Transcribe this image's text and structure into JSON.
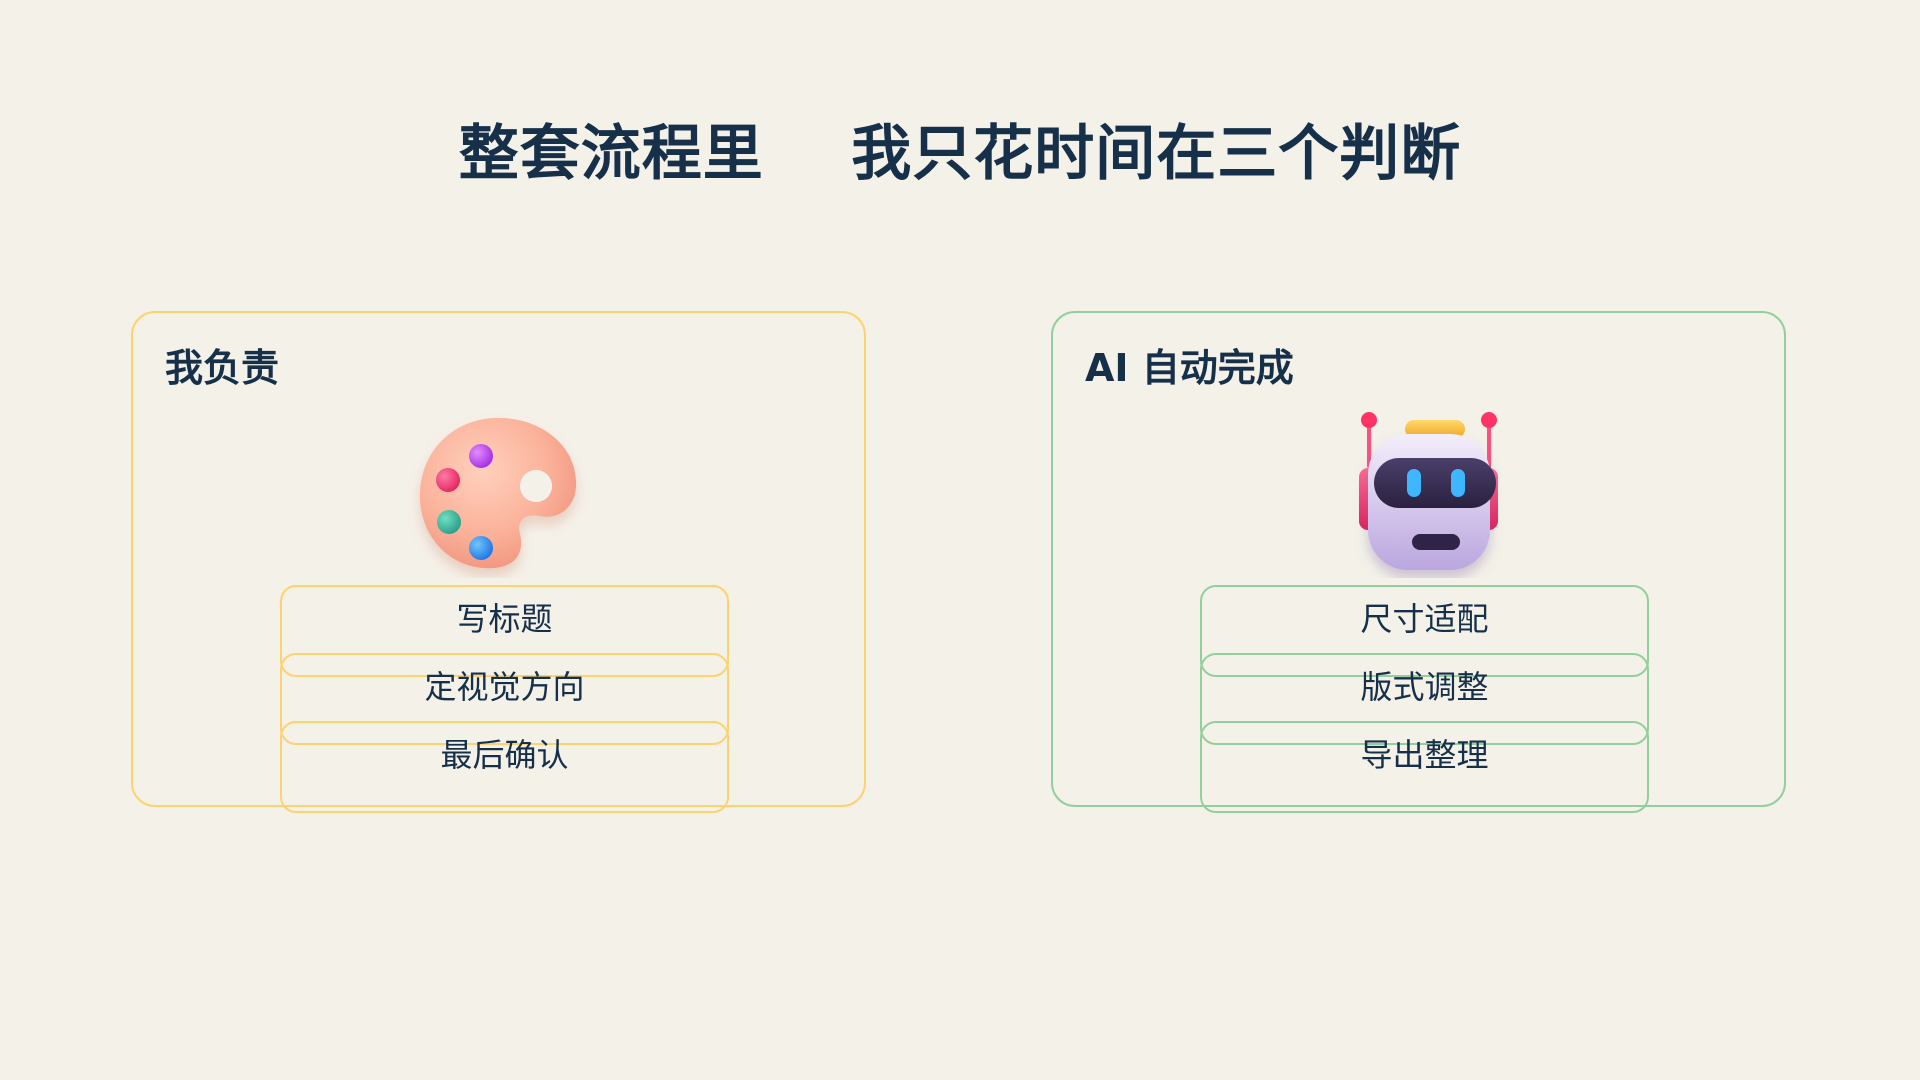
{
  "slide": {
    "title": "整套流程里    我只花时间在三个判断",
    "left_panel": {
      "label": "我负责",
      "icon": "palette-icon",
      "accent": "#fdd36f",
      "steps": [
        "写标题",
        "定视觉方向",
        "最后确认"
      ]
    },
    "right_panel": {
      "label": "AI 自动完成",
      "icon": "robot-icon",
      "accent": "#93cf9c",
      "steps": [
        "尺寸适配",
        "版式调整",
        "导出整理"
      ]
    }
  },
  "colors": {
    "background": "#f4f1e9",
    "text": "#17304a"
  }
}
